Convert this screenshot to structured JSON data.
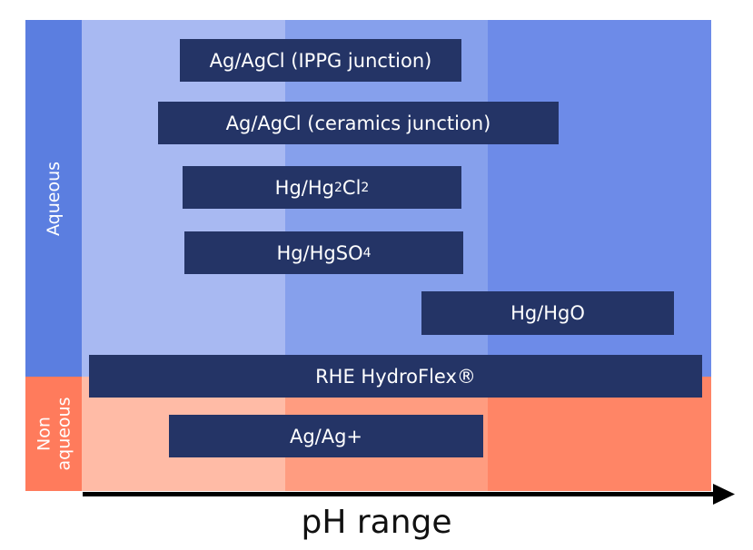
{
  "rows": {
    "aqueous_label": "Aqueous",
    "nonaqueous_label_line1": "Non",
    "nonaqueous_label_line2": "aqueous"
  },
  "colors": {
    "aqueous_axis": "#5b7ee0",
    "aqueous_zones": [
      "#a8b9f2",
      "#86a0ec",
      "#6d8be8"
    ],
    "nonaqueous_axis": "#ff7b5c",
    "nonaqueous_zones": [
      "#ffbba6",
      "#ff9c80",
      "#ff8566"
    ],
    "bar": "#243466"
  },
  "bars": {
    "agcl_ippg": "Ag/AgCl (IPPG junction)",
    "agcl_ceramics": "Ag/AgCl (ceramics junction)",
    "calomel": {
      "base": "Hg/Hg",
      "sub1": "2",
      "mid": "Cl",
      "sub2": "2"
    },
    "mercurous_sulfate": {
      "base": "Hg/HgSO",
      "sub": "4"
    },
    "mercury_oxide": "Hg/HgO",
    "rhe": "RHE HydroFlex®",
    "silver": "Ag/Ag+"
  },
  "axis": {
    "label": "pH range"
  }
}
